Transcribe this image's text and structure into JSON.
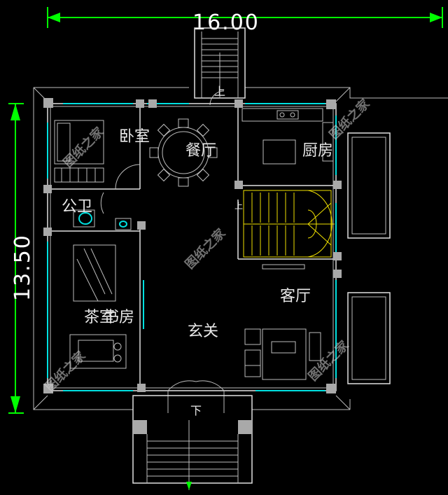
{
  "dimensions": {
    "width_label": "16.00",
    "height_label": "13.50"
  },
  "rooms": {
    "bedroom": "卧室",
    "dining": "餐厅",
    "kitchen": "厨房",
    "bathroom": "公卫",
    "tearoom": "茶室",
    "study": "书房",
    "living": "客厅",
    "entrance": "玄关"
  },
  "stair_marks": {
    "up_top": "上",
    "up_stairs": "上",
    "down_entry": "下"
  },
  "watermark": "图纸之家",
  "colors": {
    "background": "#000000",
    "walls": "#e0e0e0",
    "windows": "#00e0e0",
    "dimension": "#00ff00",
    "stairs": "#f0e000",
    "columns": "#a9a9a9"
  }
}
